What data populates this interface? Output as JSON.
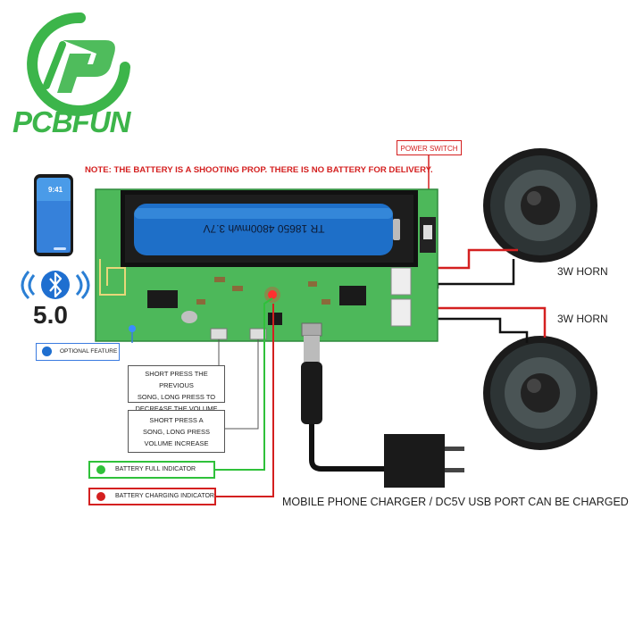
{
  "brand": {
    "name": "PCBFUN",
    "logo_icon": "pcbfun-logo"
  },
  "note": "NOTE: THE BATTERY IS A SHOOTING PROP. THERE IS NO BATTERY FOR DELIVERY.",
  "power_switch_label": "POWER SWITCH",
  "speakers": [
    {
      "label": "3W HORN"
    },
    {
      "label": "3W HORN"
    }
  ],
  "bluetooth": {
    "version": "5.0",
    "phone_time": "9:41",
    "icon": "bluetooth-icon"
  },
  "battery_label": "TR 18650 4800mwh 3.7V",
  "callouts": {
    "optional_feature": "OPTIONAL FEATURE",
    "short_press_previous": [
      "SHORT PRESS THE PREVIOUS",
      "SONG, LONG PRESS TO",
      "DECREASE THE VOLUME"
    ],
    "short_press_next": [
      "SHORT PRESS A",
      "SONG, LONG PRESS",
      "VOLUME INCREASE"
    ],
    "battery_full": "BATTERY FULL INDICATOR",
    "battery_charging": "BATTERY CHARGING INDICATOR"
  },
  "charger_label": "MOBILE PHONE CHARGER / DC5V USB PORT CAN BE CHARGED",
  "colors": {
    "brand_green": "#3cb54a",
    "board_green": "#4db85a",
    "warning_red": "#d42020",
    "indicator_green": "#2fc13a",
    "accent_blue": "#3a7be0"
  }
}
